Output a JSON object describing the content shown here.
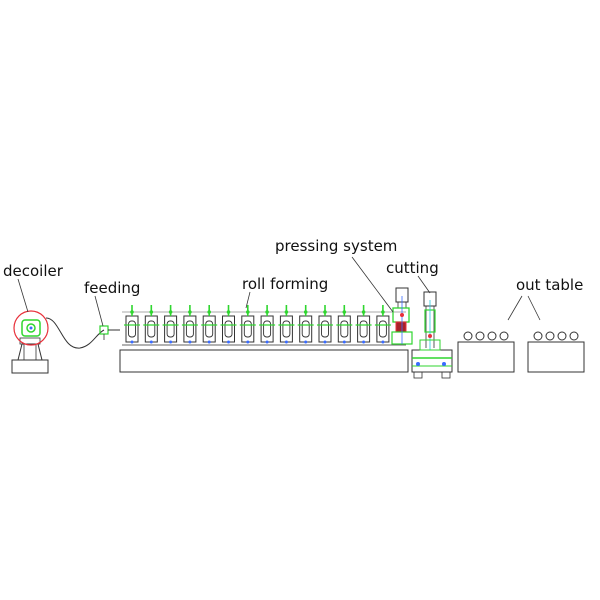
{
  "labels": {
    "decoiler": "decoiler",
    "feeding": "feeding",
    "roll_forming": "roll forming",
    "pressing_system": "pressing system",
    "cutting": "cutting",
    "out_table": "out table"
  },
  "colors": {
    "outline": "#333333",
    "green": "#2fd62f",
    "blue": "#3a6bff",
    "red": "#e8303a",
    "dark_red": "#a8232a",
    "cyan": "#28c9e0",
    "frame": "#555555"
  },
  "roll_stand_count": 14,
  "out_table_roller_count": 4
}
